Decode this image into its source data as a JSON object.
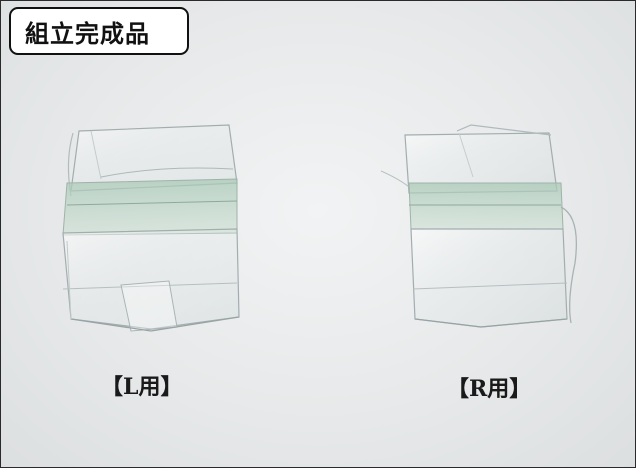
{
  "title": "組立完成品",
  "labels": {
    "left": "【L用】",
    "right": "【R用】"
  },
  "colors": {
    "background": "#e7e9ea",
    "title_border": "#111111",
    "plastic_edge": "#9ea9ab",
    "green_band": "#b7d3c3"
  }
}
